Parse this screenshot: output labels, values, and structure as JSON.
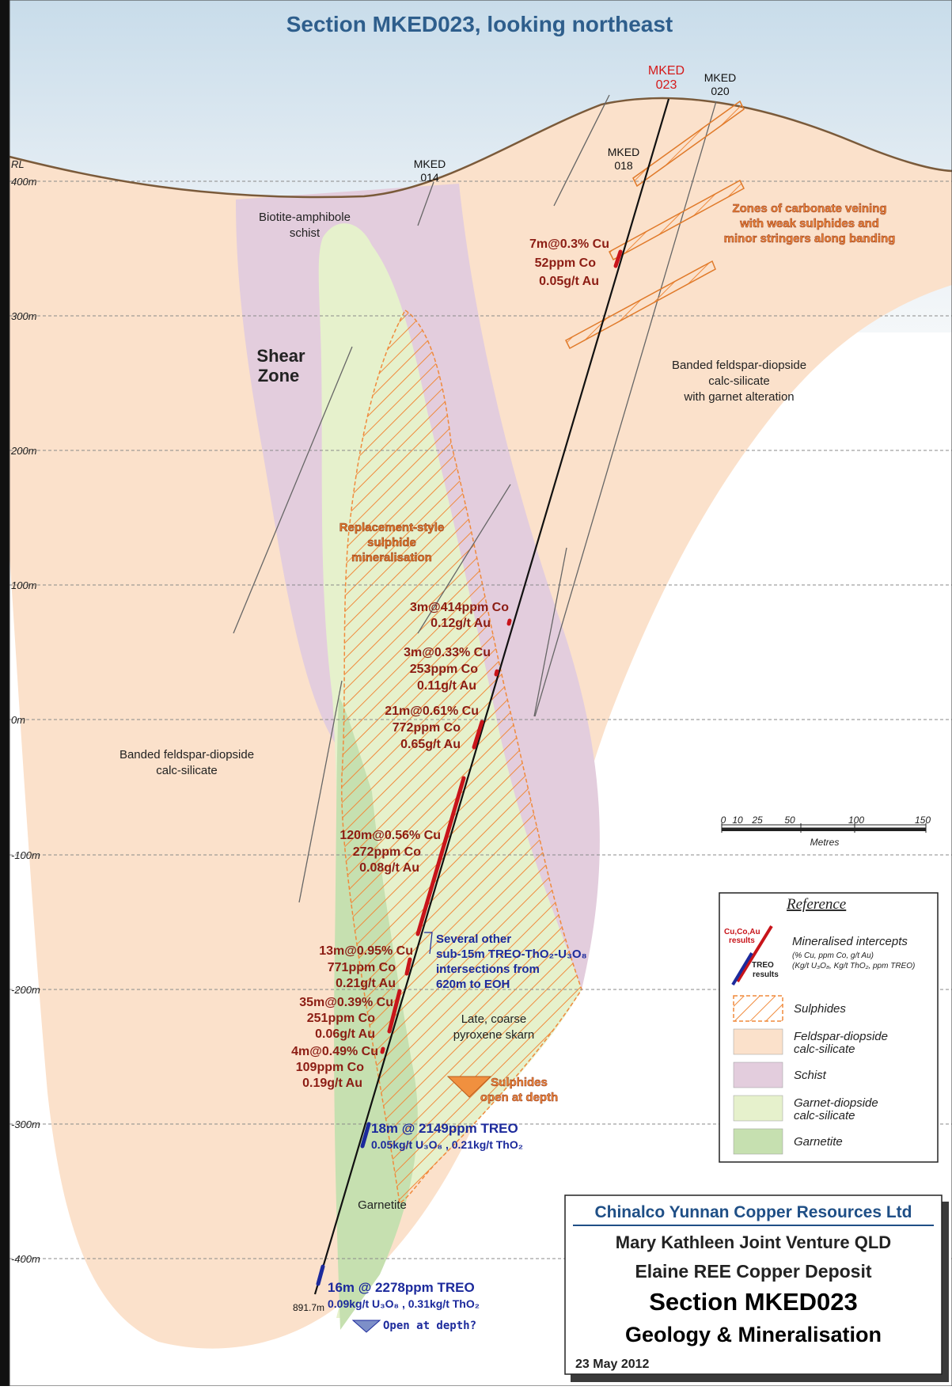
{
  "title": "Section MKED023, looking northeast",
  "rl_label": "RL",
  "rl_levels": [
    "400m",
    "300m",
    "200m",
    "100m",
    "0m",
    "-100m",
    "-200m",
    "-300m",
    "-400m"
  ],
  "drillholes": {
    "mked023": [
      "MKED",
      "023"
    ],
    "mked020": [
      "MKED",
      "020"
    ],
    "mked018": [
      "MKED",
      "018"
    ],
    "mked014": [
      "MKED",
      "014"
    ],
    "end_depth": "891.7m"
  },
  "units": {
    "biotite": [
      "Biotite-amphibole",
      "schist"
    ],
    "shear": [
      "Shear",
      "Zone"
    ],
    "banded_right": [
      "Banded feldspar-diopside",
      "calc-silicate",
      "with garnet alteration"
    ],
    "banded_left": [
      "Banded feldspar-diopside",
      "calc-silicate"
    ],
    "replacement": [
      "Replacement-style",
      "sulphide",
      "mineralisation"
    ],
    "late_skarn": [
      "Late, coarse",
      "pyroxene skarn"
    ],
    "garnetite": "Garnetite",
    "veining": [
      "Zones of carbonate veining",
      "with weak sulphides and",
      "minor stringers along banding"
    ]
  },
  "intercepts": {
    "i1": [
      "7m@0.3% Cu",
      "52ppm Co",
      "0.05g/t Au"
    ],
    "i2": [
      "3m@414ppm Co",
      "0.12g/t Au"
    ],
    "i3": [
      "3m@0.33% Cu",
      "253ppm Co",
      "0.11g/t Au"
    ],
    "i4": [
      "21m@0.61% Cu",
      "772ppm Co",
      "0.65g/t Au"
    ],
    "i5": [
      "120m@0.56% Cu",
      "272ppm Co",
      "0.08g/t Au"
    ],
    "i6": [
      "13m@0.95% Cu",
      "771ppm Co",
      "0.21g/t Au"
    ],
    "i7": [
      "35m@0.39% Cu",
      "251ppm Co",
      "0.06g/t Au"
    ],
    "i8": [
      "4m@0.49% Cu",
      "109ppm Co",
      "0.19g/t Au"
    ]
  },
  "treo": {
    "note": [
      "Several other",
      "sub-15m TREO-ThO₂-U₃O₈",
      "intersections from",
      "620m to EOH"
    ],
    "t1": [
      "18m @ 2149ppm TREO",
      "0.05kg/t U₃O₈ , 0.21kg/t ThO₂"
    ],
    "t2": [
      "16m @ 2278ppm TREO",
      "0.09kg/t U₃O₈ , 0.31kg/t ThO₂"
    ]
  },
  "open_depth": [
    "Sulphides",
    "open at depth"
  ],
  "open_depth_q": "Open at depth?",
  "scale": {
    "ticks": [
      "0",
      "10",
      "25",
      "50",
      "100",
      "150"
    ],
    "unit": "Metres"
  },
  "legend": {
    "title": "Reference",
    "icon_top": [
      "Cu,Co,Au",
      "results"
    ],
    "icon_bottom": [
      "TREO",
      "results"
    ],
    "mineralised": [
      "Mineralised intercepts",
      "(% Cu, ppm Co, g/t Au)",
      "(Kg/t U₃O₈, Kg/t ThO₂, ppm TREO)"
    ],
    "items": [
      {
        "label": [
          "Sulphides"
        ],
        "swatch": "sulphides"
      },
      {
        "label": [
          "Feldspar-diopside",
          "calc-silicate"
        ],
        "swatch": "#fbe1cb"
      },
      {
        "label": [
          "Schist"
        ],
        "swatch": "#e3cddd"
      },
      {
        "label": [
          "Garnet-diopside",
          "calc-silicate"
        ],
        "swatch": "#e6f1cc"
      },
      {
        "label": [
          "Garnetite"
        ],
        "swatch": "#c6e0b0"
      }
    ]
  },
  "titleblock": {
    "company": "Chinalco Yunnan Copper Resources Ltd",
    "jv": "Mary Kathleen Joint Venture QLD",
    "deposit": "Elaine REE Copper Deposit",
    "section": "Section MKED023",
    "subject": "Geology & Mineralisation",
    "date": "23 May 2012"
  },
  "colors": {
    "sky_top": "#cfe2ee",
    "feldspar": "#fbe1cb",
    "schist": "#e3cddd",
    "garnet_diopside": "#e6f1cc",
    "garnetite": "#c6e0b0",
    "sulphide_hatch": "#f08a3c",
    "intercept_red": "#c8141a",
    "treo_blue": "#1c2a9c",
    "title_blue": "#2e5e8c",
    "annot_red": "#8c1d14"
  }
}
